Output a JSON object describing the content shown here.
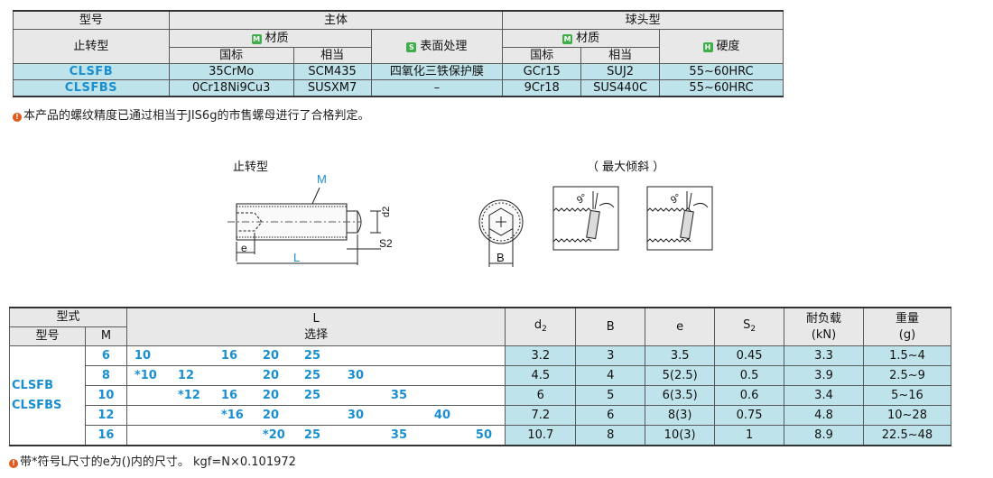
{
  "material_table": {
    "h_model": "型号",
    "h_body": "主体",
    "h_ball": "球头型",
    "h_type": "止转型",
    "h_material": "材质",
    "h_surface": "表面处理",
    "h_hardness": "硬度",
    "h_gb": "国标",
    "h_equiv": "相当",
    "badge_m": "M",
    "badge_s": "S",
    "badge_h": "H",
    "rows": [
      {
        "model": "CLSFB",
        "body_gb": "35CrMo",
        "body_eq": "SCM435",
        "surface": "四氧化三铁保护膜",
        "ball_gb": "GCr15",
        "ball_eq": "SUJ2",
        "hardness": "55~60HRC"
      },
      {
        "model": "CLSFBS",
        "body_gb": "0Cr18Ni9Cu3",
        "body_eq": "SUSXM7",
        "surface": "–",
        "ball_gb": "9Cr18",
        "ball_eq": "SUS440C",
        "hardness": "55~60HRC"
      }
    ],
    "note": "本产品的螺纹精度已通过相当于JIS6g的市售螺母进行了合格判定。"
  },
  "drawing": {
    "title": "止转型",
    "tilt_label": "（ 最大倾斜 ）",
    "label_M": "M",
    "label_d2": "d2",
    "label_S2": "S2",
    "label_e": "e",
    "label_L": "L",
    "label_B": "B",
    "angle": "9°"
  },
  "spec_table": {
    "h_type": "型式",
    "h_model": "型号",
    "h_M": "M",
    "h_L": "L",
    "h_select": "选择",
    "h_d2": "d2",
    "h_B": "B",
    "h_e": "e",
    "h_S2": "S2",
    "h_load": "耐负载",
    "h_load_unit": "(kN)",
    "h_weight": "重量",
    "h_weight_unit": "(g)",
    "models": [
      "CLSFB",
      "CLSFBS"
    ],
    "rows": [
      {
        "M": "6",
        "L": [
          [
            "10",
            0
          ],
          [
            "16",
            2
          ],
          [
            "20",
            3
          ],
          [
            "25",
            4
          ]
        ],
        "d2": "3.2",
        "B": "3",
        "e": "3.5",
        "S2": "0.45",
        "load": "3.3",
        "weight": "1.5~4"
      },
      {
        "M": "8",
        "L": [
          [
            "*10",
            0
          ],
          [
            "12",
            1
          ],
          [
            "20",
            3
          ],
          [
            "25",
            4
          ],
          [
            "30",
            5
          ]
        ],
        "d2": "4.5",
        "B": "4",
        "e": "5(2.5)",
        "S2": "0.5",
        "load": "3.9",
        "weight": "2.5~9"
      },
      {
        "M": "10",
        "L": [
          [
            "*12",
            1
          ],
          [
            "16",
            2
          ],
          [
            "20",
            3
          ],
          [
            "25",
            4
          ],
          [
            "35",
            6
          ]
        ],
        "d2": "6",
        "B": "5",
        "e": "6(3.5)",
        "S2": "0.6",
        "load": "3.4",
        "weight": "5~16"
      },
      {
        "M": "12",
        "L": [
          [
            "*16",
            2
          ],
          [
            "20",
            3
          ],
          [
            "30",
            5
          ],
          [
            "40",
            7
          ]
        ],
        "d2": "7.2",
        "B": "6",
        "e": "8(3)",
        "S2": "0.75",
        "load": "4.8",
        "weight": "10~28"
      },
      {
        "M": "16",
        "L": [
          [
            "*20",
            3
          ],
          [
            "25",
            4
          ],
          [
            "35",
            6
          ],
          [
            "50",
            8
          ]
        ],
        "d2": "10.7",
        "B": "8",
        "e": "10(3)",
        "S2": "1",
        "load": "8.9",
        "weight": "22.5~48"
      }
    ],
    "note": "带*符号L尺寸的e为()内的尺寸。 kgf=N×0.101972"
  }
}
